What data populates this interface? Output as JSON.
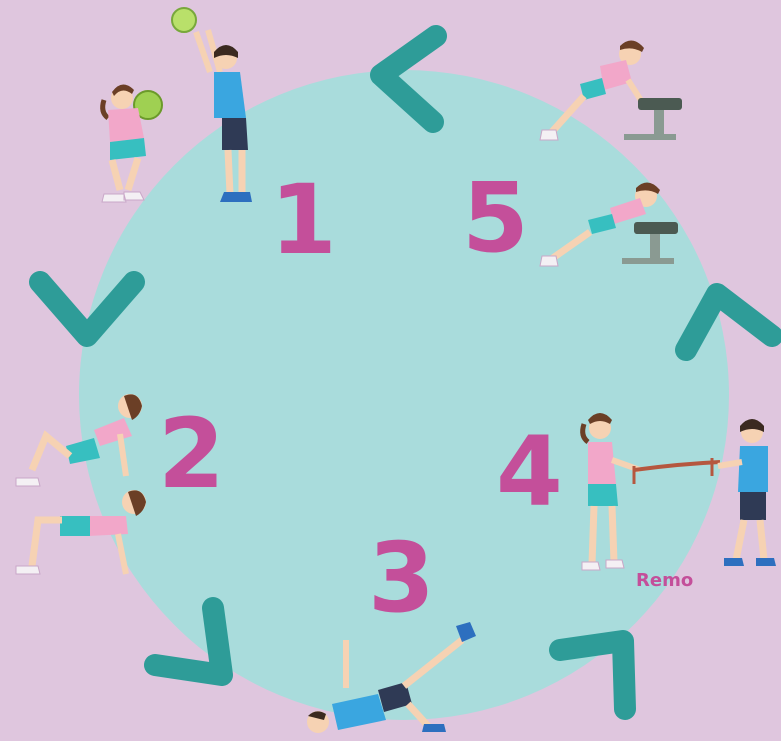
{
  "stations": [
    {
      "number": "1",
      "exercise": "medicine-ball-throw"
    },
    {
      "number": "2",
      "exercise": "bridge-table"
    },
    {
      "number": "3",
      "exercise": "glute-bridge-leg-raise"
    },
    {
      "number": "4",
      "exercise": "partner-rope-row",
      "caption": "Remo"
    },
    {
      "number": "5",
      "exercise": "incline-push-up"
    }
  ],
  "colors": {
    "background": "#dfc6de",
    "circle": "#a9dcdc",
    "arrow": "#2e9c98",
    "number": "#c44f9a",
    "shirt_pink": "#f2a7c9",
    "shirt_blue": "#3aa6e0",
    "shorts_teal": "#37bfc0",
    "shorts_navy": "#2f3a55",
    "skin": "#f6d2b3",
    "hair_brown": "#6b3f26"
  }
}
